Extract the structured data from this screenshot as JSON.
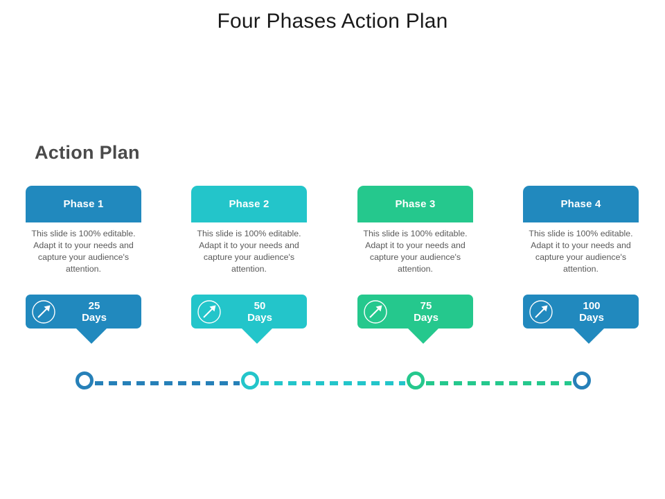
{
  "slide": {
    "title": "Four Phases Action Plan",
    "heading": "Action Plan",
    "background": "#ffffff",
    "title_color": "#1a1a1a",
    "heading_color": "#4a4a4a"
  },
  "palette": {
    "blue": "#2189be",
    "teal": "#23c5ca",
    "green": "#25c88d",
    "blue_dark": "#2680b8",
    "body_text": "#595959"
  },
  "phases": [
    {
      "id": "phase-1",
      "header": "Phase 1",
      "body": "This slide is 100% editable. Adapt it to your needs and capture your audience's attention.",
      "days_number": "25",
      "days_word": "Days",
      "color": "#2189be",
      "icon": "diagonal-arrow-icon"
    },
    {
      "id": "phase-2",
      "header": "Phase 2",
      "body": "This slide is 100% editable. Adapt it to your needs and capture your audience's attention.",
      "days_number": "50",
      "days_word": "Days",
      "color": "#23c5ca",
      "icon": "diagonal-arrow-icon"
    },
    {
      "id": "phase-3",
      "header": "Phase 3",
      "body": "This slide is 100% editable. Adapt it to your needs and capture your audience's attention.",
      "days_number": "75",
      "days_word": "Days",
      "color": "#25c88d",
      "icon": "diagonal-arrow-icon"
    },
    {
      "id": "phase-4",
      "header": "Phase 4",
      "body": "This slide is 100% editable. Adapt it to your needs and capture your audience's attention.",
      "days_number": "100",
      "days_word": "Days",
      "color": "#2189be",
      "icon": "diagonal-arrow-icon"
    }
  ],
  "timeline": {
    "nodes": [
      {
        "id": "timeline-node-1",
        "color": "#2680b8"
      },
      {
        "id": "timeline-node-2",
        "color": "#23c5ca"
      },
      {
        "id": "timeline-node-3",
        "color": "#25c88d"
      },
      {
        "id": "timeline-node-4",
        "color": "#2680b8"
      }
    ],
    "segments": [
      {
        "id": "timeline-connector-1",
        "color": "#2680b8"
      },
      {
        "id": "timeline-connector-2",
        "color": "#23c5ca"
      },
      {
        "id": "timeline-connector-3",
        "color": "#25c88d"
      }
    ],
    "style": "dashed"
  }
}
